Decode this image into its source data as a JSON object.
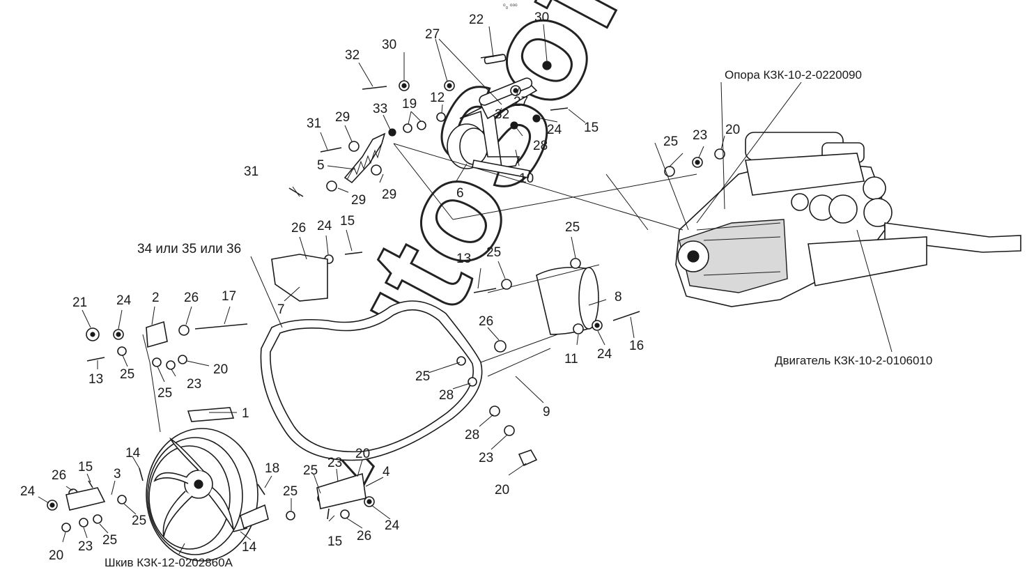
{
  "watermark": "AutoSoft",
  "top_mark": "⁰₀ ⁰⁰⁰",
  "captions": {
    "support": "Опора КЗК-10-2-0220090",
    "engine": "Двигатель КЗК-10-2-0106010",
    "pulley": "Шкив КЗК-12-0202860А",
    "belt_options": "34 или 35 или 36"
  },
  "callouts": [
    {
      "id": "c22",
      "label": "22"
    },
    {
      "id": "c30a",
      "label": "30"
    },
    {
      "id": "c27a",
      "label": "27"
    },
    {
      "id": "c30b",
      "label": "30"
    },
    {
      "id": "c32a",
      "label": "32"
    },
    {
      "id": "c12",
      "label": "12"
    },
    {
      "id": "c27b",
      "label": "27"
    },
    {
      "id": "c32b",
      "label": "32"
    },
    {
      "id": "c33",
      "label": "33"
    },
    {
      "id": "c19",
      "label": "19"
    },
    {
      "id": "c31a",
      "label": "31"
    },
    {
      "id": "c29a",
      "label": "29"
    },
    {
      "id": "c24a",
      "label": "24"
    },
    {
      "id": "c15a",
      "label": "15"
    },
    {
      "id": "c28a",
      "label": "28"
    },
    {
      "id": "c10",
      "label": "10"
    },
    {
      "id": "c5",
      "label": "5"
    },
    {
      "id": "c6",
      "label": "6"
    },
    {
      "id": "c29b",
      "label": "29"
    },
    {
      "id": "c29c",
      "label": "29"
    },
    {
      "id": "c31b",
      "label": "31"
    },
    {
      "id": "c20a",
      "label": "20"
    },
    {
      "id": "c25a",
      "label": "25"
    },
    {
      "id": "c23a",
      "label": "23"
    },
    {
      "id": "c26a",
      "label": "26"
    },
    {
      "id": "c24b",
      "label": "24"
    },
    {
      "id": "c15b",
      "label": "15"
    },
    {
      "id": "c7",
      "label": "7"
    },
    {
      "id": "c25b",
      "label": "25"
    },
    {
      "id": "c13a",
      "label": "13"
    },
    {
      "id": "c25c",
      "label": "25"
    },
    {
      "id": "c8",
      "label": "8"
    },
    {
      "id": "c21",
      "label": "21"
    },
    {
      "id": "c24c",
      "label": "24"
    },
    {
      "id": "c2",
      "label": "2"
    },
    {
      "id": "c26b",
      "label": "26"
    },
    {
      "id": "c17",
      "label": "17"
    },
    {
      "id": "c26c",
      "label": "26"
    },
    {
      "id": "c11",
      "label": "11"
    },
    {
      "id": "c24d",
      "label": "24"
    },
    {
      "id": "c16",
      "label": "16"
    },
    {
      "id": "c13b",
      "label": "13"
    },
    {
      "id": "c25d",
      "label": "25"
    },
    {
      "id": "c20b",
      "label": "20"
    },
    {
      "id": "c25e",
      "label": "25"
    },
    {
      "id": "c23b",
      "label": "23"
    },
    {
      "id": "c25f",
      "label": "25"
    },
    {
      "id": "c28b",
      "label": "28"
    },
    {
      "id": "c9",
      "label": "9"
    },
    {
      "id": "c1",
      "label": "1"
    },
    {
      "id": "c28c",
      "label": "28"
    },
    {
      "id": "c23c",
      "label": "23"
    },
    {
      "id": "c20c",
      "label": "20"
    },
    {
      "id": "c14a",
      "label": "14"
    },
    {
      "id": "c15c",
      "label": "15"
    },
    {
      "id": "c26d",
      "label": "26"
    },
    {
      "id": "c3",
      "label": "3"
    },
    {
      "id": "c24e",
      "label": "24"
    },
    {
      "id": "c18",
      "label": "18"
    },
    {
      "id": "c23d",
      "label": "23"
    },
    {
      "id": "c20d",
      "label": "20"
    },
    {
      "id": "c4",
      "label": "4"
    },
    {
      "id": "c25g",
      "label": "25"
    },
    {
      "id": "c25h",
      "label": "25"
    },
    {
      "id": "c25i",
      "label": "25"
    },
    {
      "id": "c24f",
      "label": "24"
    },
    {
      "id": "c20e",
      "label": "20"
    },
    {
      "id": "c23e",
      "label": "23"
    },
    {
      "id": "c25j",
      "label": "25"
    },
    {
      "id": "c14b",
      "label": "14"
    },
    {
      "id": "c15d",
      "label": "15"
    },
    {
      "id": "c26e",
      "label": "26"
    }
  ]
}
